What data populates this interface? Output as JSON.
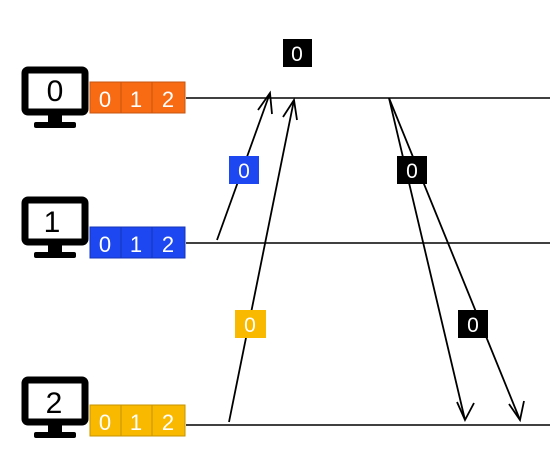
{
  "colors": {
    "orange": "#f96b13",
    "blue": "#1d47f0",
    "gold": "#f9b900",
    "black": "#000000",
    "line": "#000000"
  },
  "icons": {
    "node": "monitor-icon"
  },
  "nodes": [
    {
      "id": "0",
      "label": "0",
      "cells": [
        "0",
        "1",
        "2"
      ],
      "color": "orange"
    },
    {
      "id": "1",
      "label": "1",
      "cells": [
        "0",
        "1",
        "2"
      ],
      "color": "blue"
    },
    {
      "id": "2",
      "label": "2",
      "cells": [
        "0",
        "1",
        "2"
      ],
      "color": "gold"
    }
  ],
  "messages": [
    {
      "label": "0",
      "color": "blue",
      "from": "1",
      "to": "0"
    },
    {
      "label": "0",
      "color": "gold",
      "from": "2",
      "to": "0"
    },
    {
      "label": "0",
      "color": "black",
      "from": "0",
      "to": "2"
    },
    {
      "label": "0",
      "color": "black",
      "from": "0",
      "to": "2"
    }
  ],
  "floating_labels": [
    {
      "label": "0",
      "color": "black"
    }
  ]
}
